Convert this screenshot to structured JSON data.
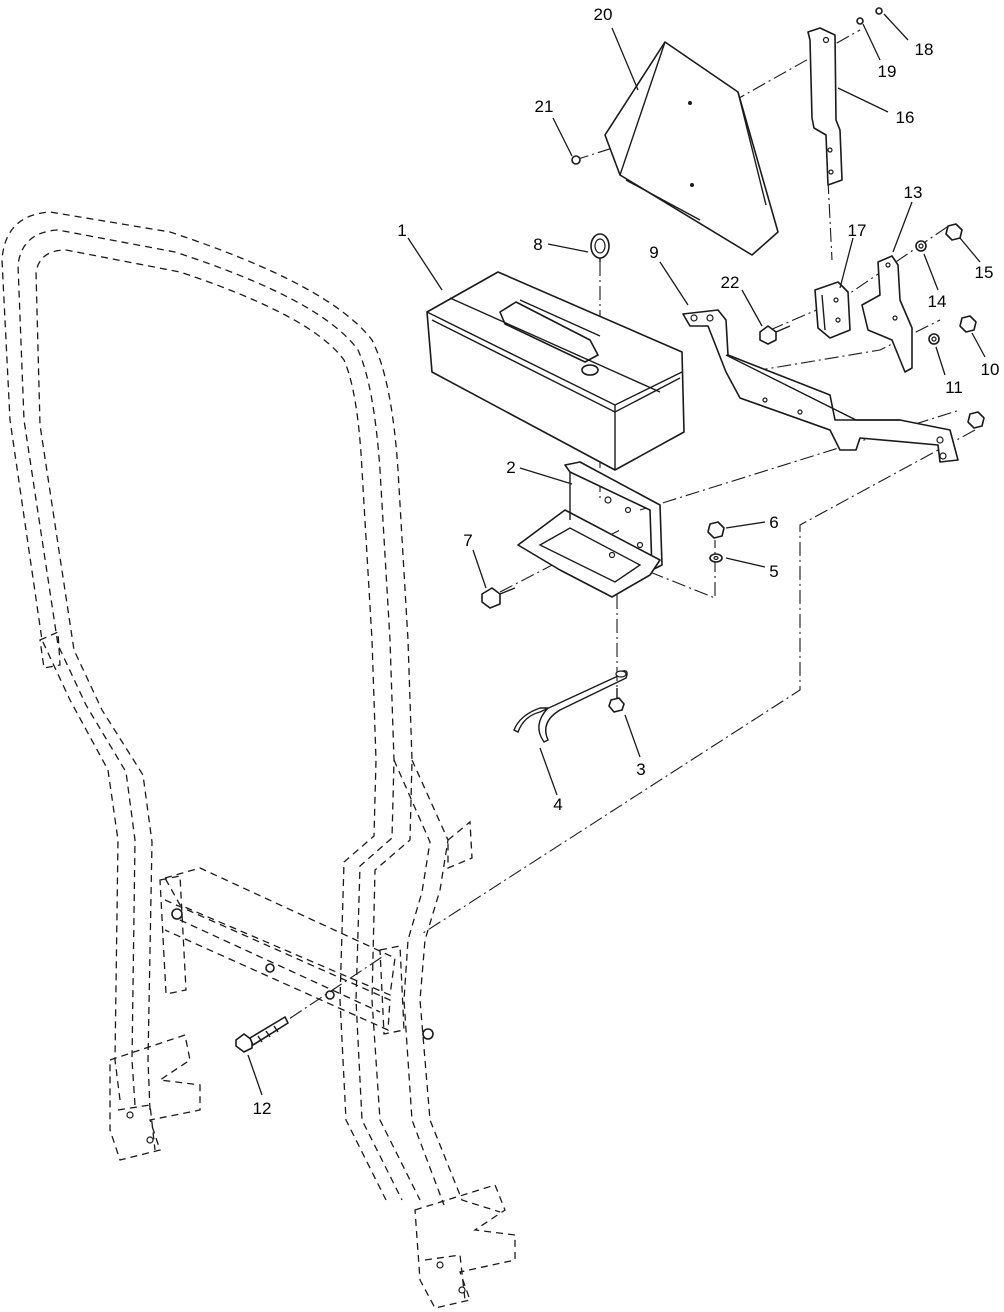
{
  "diagram": {
    "type": "exploded-parts-view",
    "colors": {
      "line": "#1a1a1a",
      "background": "#ffffff"
    },
    "callouts": [
      {
        "id": "c1",
        "label": "1"
      },
      {
        "id": "c2",
        "label": "2"
      },
      {
        "id": "c3",
        "label": "3"
      },
      {
        "id": "c4",
        "label": "4"
      },
      {
        "id": "c5",
        "label": "5"
      },
      {
        "id": "c6",
        "label": "6"
      },
      {
        "id": "c7",
        "label": "7"
      },
      {
        "id": "c8",
        "label": "8"
      },
      {
        "id": "c9",
        "label": "9"
      },
      {
        "id": "c10",
        "label": "10"
      },
      {
        "id": "c11",
        "label": "11"
      },
      {
        "id": "c12",
        "label": "12"
      },
      {
        "id": "c13",
        "label": "13"
      },
      {
        "id": "c14",
        "label": "14"
      },
      {
        "id": "c15",
        "label": "15"
      },
      {
        "id": "c16",
        "label": "16"
      },
      {
        "id": "c17",
        "label": "17"
      },
      {
        "id": "c18",
        "label": "18"
      },
      {
        "id": "c19",
        "label": "19"
      },
      {
        "id": "c20",
        "label": "20"
      },
      {
        "id": "c21",
        "label": "21"
      },
      {
        "id": "c22",
        "label": "22"
      }
    ]
  }
}
